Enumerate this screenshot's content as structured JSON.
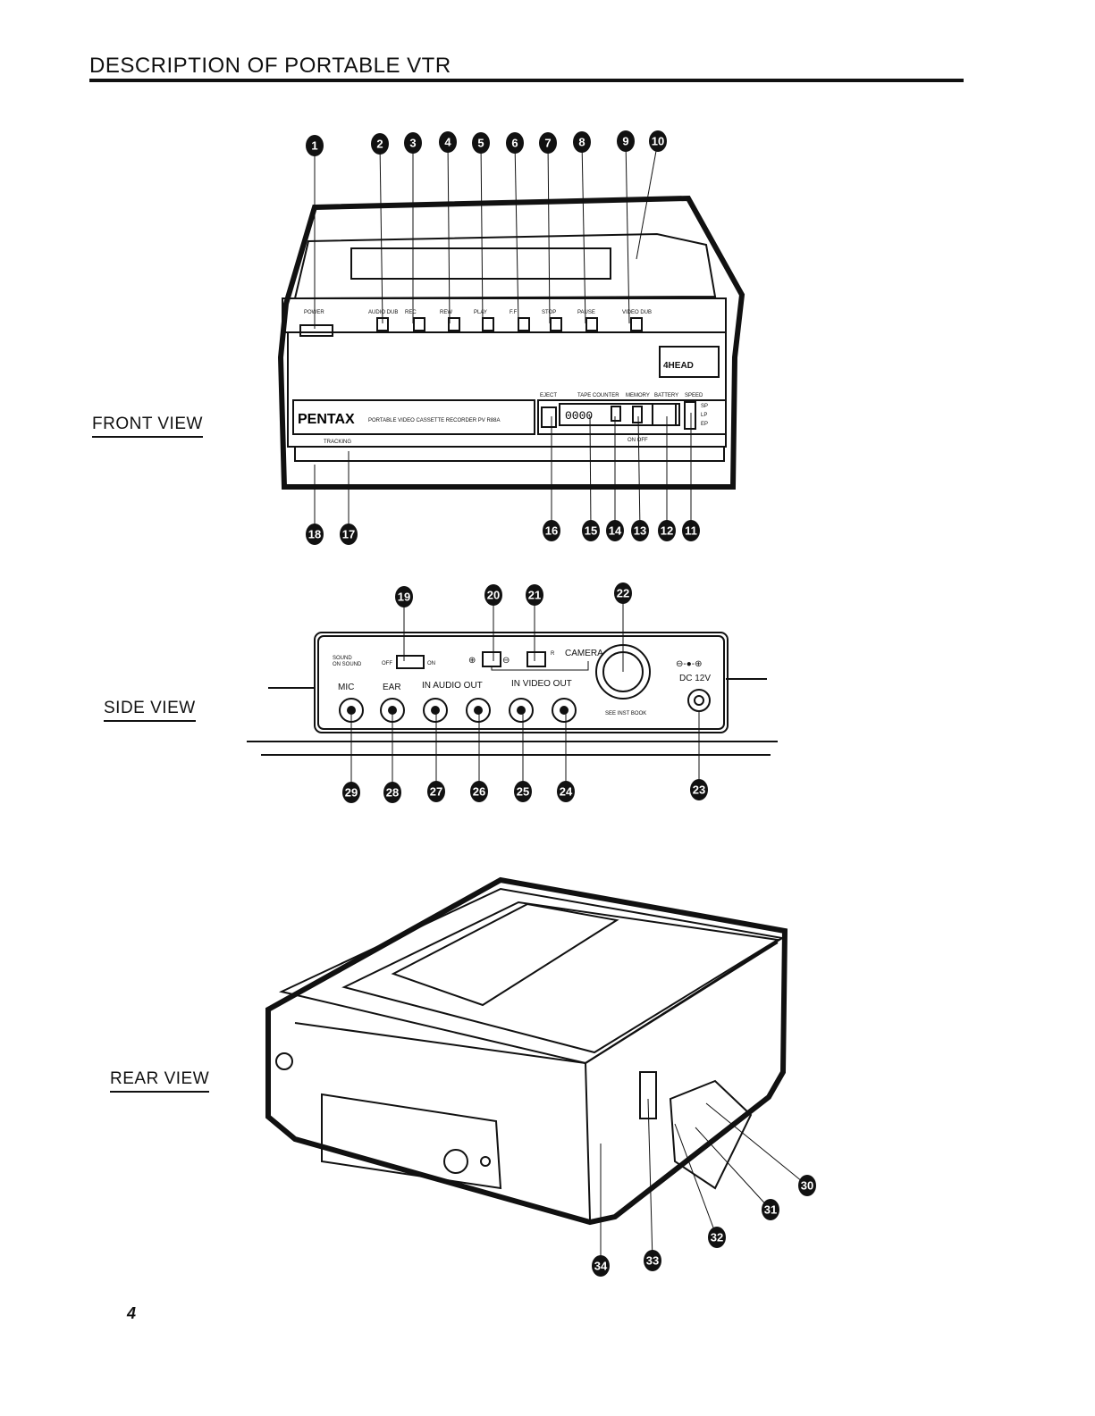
{
  "page": {
    "title": "DESCRIPTION OF PORTABLE VTR",
    "page_number": "4"
  },
  "views": {
    "front": "FRONT VIEW",
    "side": "SIDE VIEW",
    "rear": "REAR VIEW"
  },
  "front_panel": {
    "buttons": [
      "POWER",
      "AUDIO DUB",
      "REC",
      "REW",
      "PLAY",
      "F.F",
      "STOP",
      "PAUSE",
      "VIDEO DUB"
    ],
    "badge": "4HEAD",
    "brand": "PENTAX",
    "model_text": "PORTABLE VIDEO CASSETTE RECORDER  PV R88A",
    "eject": "EJECT",
    "tape_counter": "TAPE COUNTER",
    "counter_value": "0000",
    "memory": "MEMORY",
    "battery": "BATTERY",
    "speed": "SPEED",
    "speed_options": [
      "SP",
      "LP",
      "EP"
    ],
    "memory_sub": "ON  OFF",
    "tracking": "TRACKING"
  },
  "side_panel": {
    "sound_label_1": "SOUND",
    "sound_label_2": "ON SOUND",
    "off": "OFF",
    "on": "ON",
    "r": "R",
    "camera": "CAMERA",
    "mic": "MIC",
    "ear": "EAR",
    "audio": "IN AUDIO OUT",
    "video": "IN VIDEO OUT",
    "see_book": "SEE INST BOOK",
    "dc": "DC 12V",
    "polarity": "⊖-●-⊕",
    "plus": "⊕",
    "minus": "⊖"
  },
  "callouts": [
    "1",
    "2",
    "3",
    "4",
    "5",
    "6",
    "7",
    "8",
    "9",
    "10",
    "11",
    "12",
    "13",
    "14",
    "15",
    "16",
    "17",
    "18",
    "19",
    "20",
    "21",
    "22",
    "23",
    "24",
    "25",
    "26",
    "27",
    "28",
    "29",
    "30",
    "31",
    "32",
    "33",
    "34"
  ]
}
